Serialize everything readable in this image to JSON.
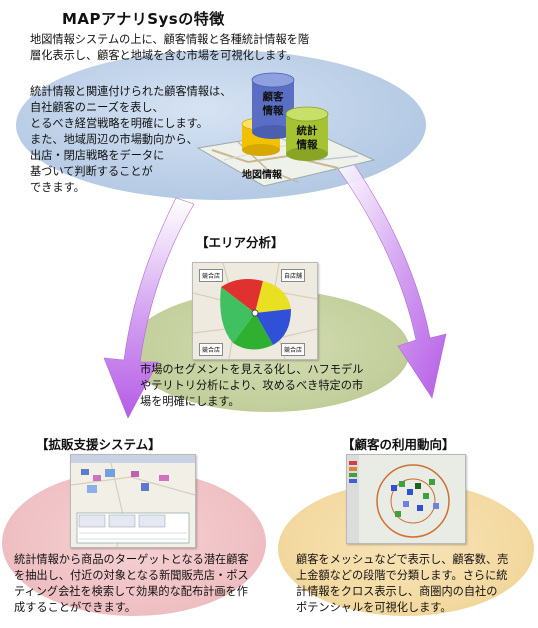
{
  "header": {
    "title": "MAPアナリSysの特徴",
    "intro_lines": [
      "地図情報システムの上に、顧客情報と各種統計情報を階",
      "層化表示し、顧客と地域を含む市場を可視化します。"
    ]
  },
  "overview": {
    "lines": [
      "統計情報と関連付けられた顧客情報は、",
      "自社顧客のニーズを表し、",
      "とるべき経営戦略を明確にします。",
      "また、地域周辺の市場動向から、",
      "出店・閉店戦略をデータに",
      "基づいて判断することが",
      "できます。"
    ],
    "cylinder_customer": [
      "顧客",
      "情報"
    ],
    "cylinder_stats": [
      "統計",
      "情報"
    ],
    "map_label": "地図情報"
  },
  "area_analysis": {
    "heading": "【エリア分析】",
    "map_tags": [
      "競合店",
      "自店舗",
      "競合店",
      "競合店"
    ],
    "lines": [
      "市場のセグメントを見える化し、ハフモデル",
      "やテリトリ分析により、攻めるべき特定の市",
      "場を明確にします。"
    ]
  },
  "sales_support": {
    "heading": "【拡販支援システム】",
    "lines": [
      "統計情報から商品のターゲットとなる潜在顧客",
      "を抽出し、付近の対象となる新聞販売店・ポス",
      "ティング会社を検索して効果的な配布計画を作",
      "成することができます。"
    ]
  },
  "customer_usage": {
    "heading": "【顧客の利用動向】",
    "lines": [
      "顧客をメッシュなどで表示し、顧客数、売",
      "上金額などの段階で分類します。さらに統",
      "計情報をクロス表示し、商圏内の自社の",
      "ポテンシャルを可視化します。"
    ]
  },
  "colors": {
    "blue_ellipse": "#b9cde6",
    "green_ellipse": "#c3cf9c",
    "pink_ellipse": "#efc0c3",
    "tan_ellipse": "#f3d9a0",
    "arrow": "#b65ce6",
    "cylinder_blue": "#5a6fc4",
    "cylinder_yellow": "#f2c200",
    "cylinder_green": "#a5c233"
  }
}
